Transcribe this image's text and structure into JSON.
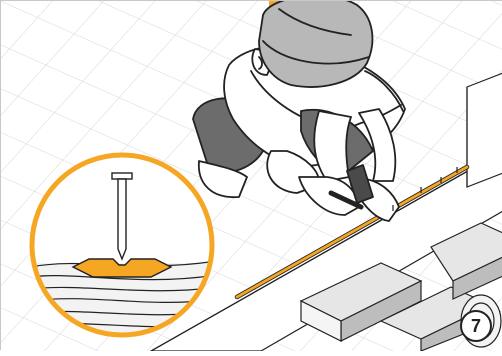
{
  "step_badge": {
    "number": "7"
  },
  "colors": {
    "accent": "#F5A623",
    "line": "#222222",
    "tile": "#eeeeee",
    "body_gray": "#6c6c6c",
    "helmet_gray": "#b8b8b8",
    "wood": "#f3f3f3"
  },
  "icons": {
    "worker": "worker-kneeling-hammer-illustration",
    "nail_detail": "nail-cross-section-detail",
    "chalk_line": "orange-marking-line"
  }
}
